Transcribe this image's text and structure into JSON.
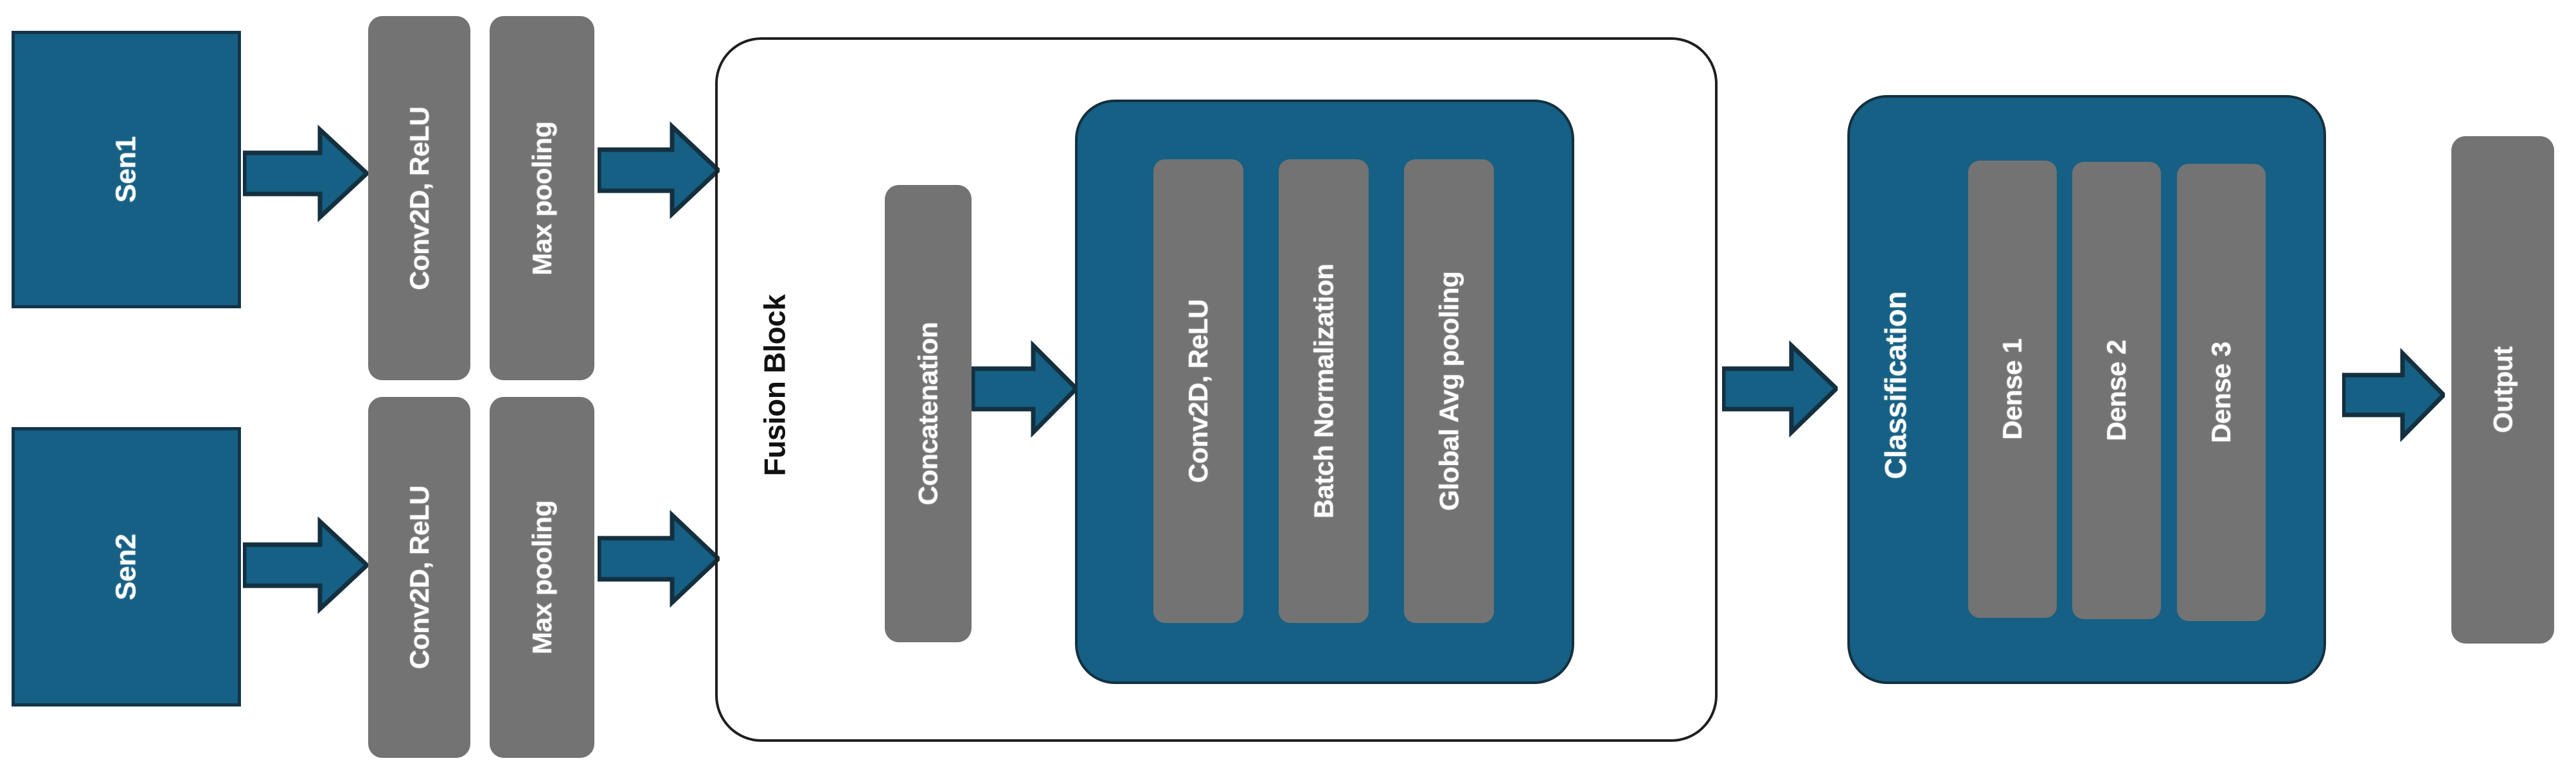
{
  "diagram": {
    "title": "Two-branch sensor CNN with fusion block and classification head",
    "colors": {
      "teal": "#156084",
      "teal_border": "#13344a",
      "gray": "#737373",
      "arrow_fill": "#156084",
      "arrow_stroke": "#14303f",
      "outline": "#1f1f1f",
      "background": "#ffffff",
      "text_light": "#ffffff",
      "text_dark": "#111111"
    }
  },
  "inputs": [
    {
      "label": "Sen1"
    },
    {
      "label": "Sen2"
    }
  ],
  "branch_layers": [
    {
      "label": "Conv2D, ReLU"
    },
    {
      "label": "Max pooling"
    }
  ],
  "fusion_block": {
    "label": "Fusion Block",
    "concatenation": {
      "label": "Concatenation"
    },
    "inner_layers": [
      {
        "label": "Conv2D, ReLU"
      },
      {
        "label": "Batch Normalization"
      },
      {
        "label": "Global Avg pooling"
      }
    ]
  },
  "classification": {
    "label": "Classification",
    "dense_layers": [
      {
        "label": "Dense 1"
      },
      {
        "label": "Dense 2"
      },
      {
        "label": "Dense 3"
      }
    ]
  },
  "output": {
    "label": "Output"
  },
  "arrows": [
    {
      "name": "sen1-to-conv1"
    },
    {
      "name": "sen2-to-conv2"
    },
    {
      "name": "maxpool1-to-fusion"
    },
    {
      "name": "maxpool2-to-fusion"
    },
    {
      "name": "concat-to-convblock"
    },
    {
      "name": "fusion-to-classification"
    },
    {
      "name": "classification-to-output"
    }
  ]
}
